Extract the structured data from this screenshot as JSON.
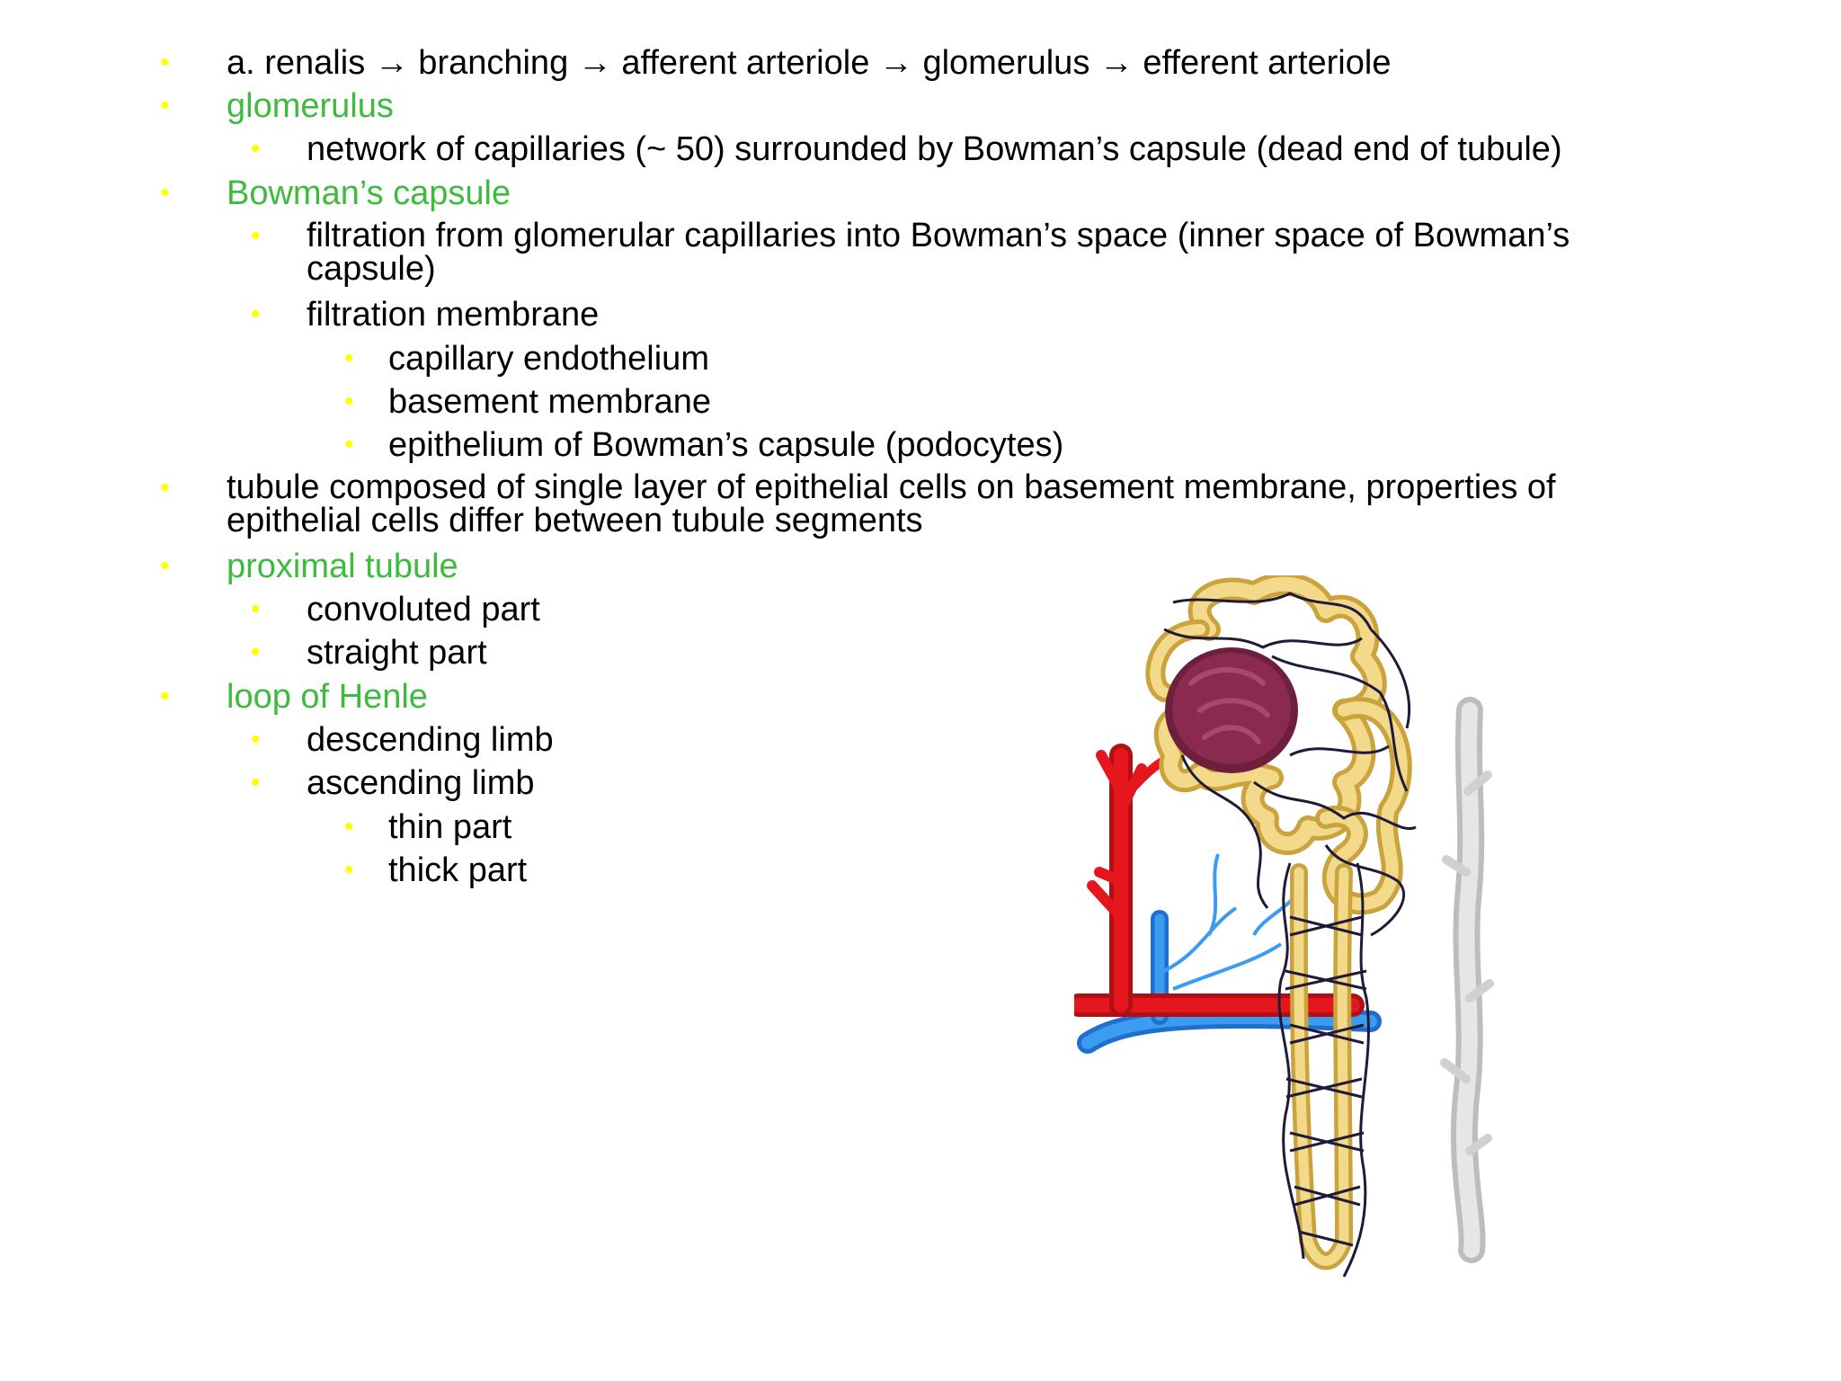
{
  "colors": {
    "bullet": "#ffff00",
    "heading_green": "#3dbb3d",
    "text": "#000000",
    "artery_red": "#e5161d",
    "vein_blue": "#2f8fe6",
    "tubule_yellow": "#f1d27a",
    "glomerulus_purple": "#8a2a4e",
    "collecting_duct_gray": "#d4d4d4",
    "capillary_dark": "#1f1a3a"
  },
  "slide": {
    "items": [
      {
        "text": "a. renalis → branching → afferent arteriole → glomerulus → efferent arteriole"
      },
      {
        "text": "glomerulus"
      },
      {
        "text": "network of capillaries (~ 50) surrounded by Bowman’s capsule (dead end of tubule)"
      },
      {
        "text": "Bowman’s capsule"
      },
      {
        "text": "filtration from glomerular capillaries into Bowman’s space (inner space of Bowman’s capsule)"
      },
      {
        "text": "filtration membrane"
      },
      {
        "text": "capillary endothelium"
      },
      {
        "text": "basement membrane"
      },
      {
        "text": "epithelium of Bowman’s capsule (podocytes)"
      },
      {
        "text": "tubule composed of single layer of epithelial cells on basement membrane, properties of epithelial cells differ between  tubule segments"
      },
      {
        "text": "proximal tubule"
      },
      {
        "text": "convoluted part"
      },
      {
        "text": "straight part"
      },
      {
        "text": "loop of Henle"
      },
      {
        "text": "descending limb"
      },
      {
        "text": "ascending limb"
      },
      {
        "text": "thin part"
      },
      {
        "text": "thick part"
      }
    ],
    "bullet_glyph": "•"
  },
  "figure": {
    "subject": "nephron-illustration",
    "parts": [
      "glomerulus",
      "afferent-arteriole",
      "efferent-arteriole",
      "proximal-convoluted-tubule",
      "loop-of-henle",
      "peritubular-capillaries",
      "vasa-recta",
      "collecting-duct",
      "renal-vein-branch"
    ]
  }
}
